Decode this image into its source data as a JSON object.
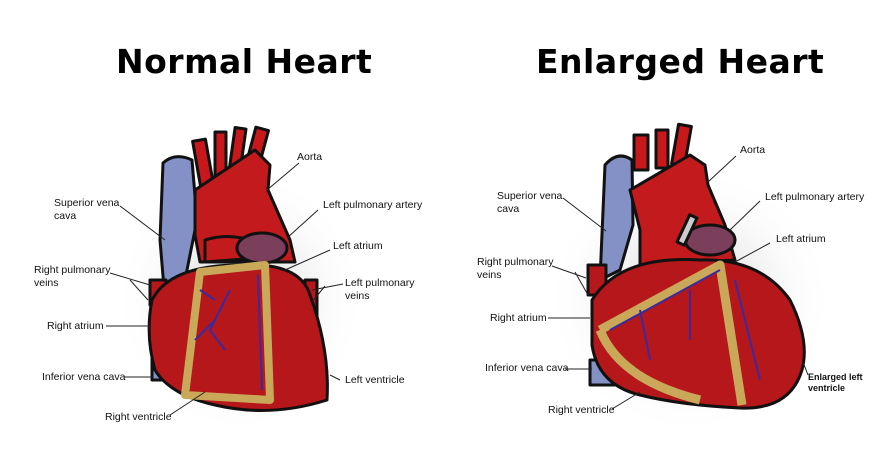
{
  "normal": {
    "title": "Normal Heart",
    "labels": {
      "aorta": "Aorta",
      "superior_vena_cava": [
        "Superior vena",
        "cava"
      ],
      "left_pulmonary_artery": "Left pulmonary artery",
      "left_atrium": "Left atrium",
      "right_pulmonary_veins": [
        "Right pulmonary",
        "veins"
      ],
      "left_pulmonary_veins": [
        "Left pulmonary",
        "veins"
      ],
      "right_atrium": "Right atrium",
      "inferior_vena_cava": "Inferior vena cava",
      "left_ventricle": "Left ventricle",
      "right_ventricle": "Right ventricle"
    }
  },
  "enlarged": {
    "title": "Enlarged Heart",
    "labels": {
      "aorta": "Aorta",
      "superior_vena_cava": [
        "Superior vena",
        "cava"
      ],
      "left_pulmonary_artery": "Left pulmonary artery",
      "left_atrium": "Left atrium",
      "right_pulmonary_veins": [
        "Right pulmonary",
        "veins"
      ],
      "right_atrium": "Right atrium",
      "inferior_vena_cava": "Inferior vena cava",
      "enlarged_left_ventricle": [
        "Enlarged left",
        "ventricle"
      ],
      "right_ventricle": "Right ventricle"
    }
  },
  "colors": {
    "muscle": "#b5171a",
    "vein": "#8391c6",
    "fat": "#c9a85a",
    "atrium": "#7b3f5c",
    "vessel_branch": "#3a2aa0"
  }
}
